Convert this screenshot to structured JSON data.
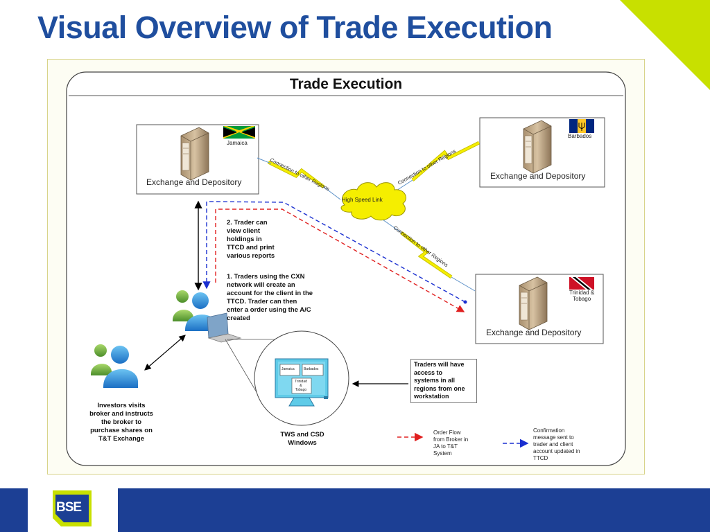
{
  "slide": {
    "title": "Visual Overview of Trade Execution"
  },
  "diagram": {
    "title": "Trade Execution",
    "nodes": {
      "jamaica": {
        "label": "Exchange and Depository",
        "flag_label": "Jamaica"
      },
      "barbados": {
        "label": "Exchange and Depository",
        "flag_label": "Barbados"
      },
      "trinidad": {
        "label": "Exchange and Depository",
        "flag_label": "Trinidad &\nTobago"
      },
      "cloud": {
        "label": "High Speed Link"
      },
      "workstation": {
        "label": "TWS and CSD\nWindows",
        "windows": [
          "Jamaica",
          "Barbados",
          "Trinidad\n&\nTobago"
        ]
      }
    },
    "links": {
      "jamaica": "Connection to other Regions",
      "barbados": "Connection to other Regions",
      "trinidad": "Connection to other Regions"
    },
    "notes": {
      "note2": "2. Trader can\nview client\nholdings in\nTTCD and print\nvarious reports",
      "note1": "1. Traders using the CXN\nnetwork will create an\naccount for the client in the\nTTCD. Trader can then\nenter a order using the A/C\ncreated",
      "investor": "Investors visits\nbroker and instructs\nthe broker to\npurchase shares on\nT&T Exchange",
      "traders_access": "Traders will have\naccess to\nsystems in all\nregions from one\nworkstation"
    },
    "legend": {
      "red": "Order Flow\nfrom Broker in\nJA to T&T\nSystem",
      "blue": "Confirmation\nmessage sent to\ntrader and client\naccount updated in\nTTCD"
    }
  },
  "colors": {
    "title": "#1f4e9e",
    "accent_green": "#c8e000",
    "footer": "#1c3f94",
    "order_flow": "#e02020",
    "confirmation": "#1a2fd0",
    "lightning": "#f5ee00"
  },
  "footer": {
    "logo_text": "BSE"
  }
}
